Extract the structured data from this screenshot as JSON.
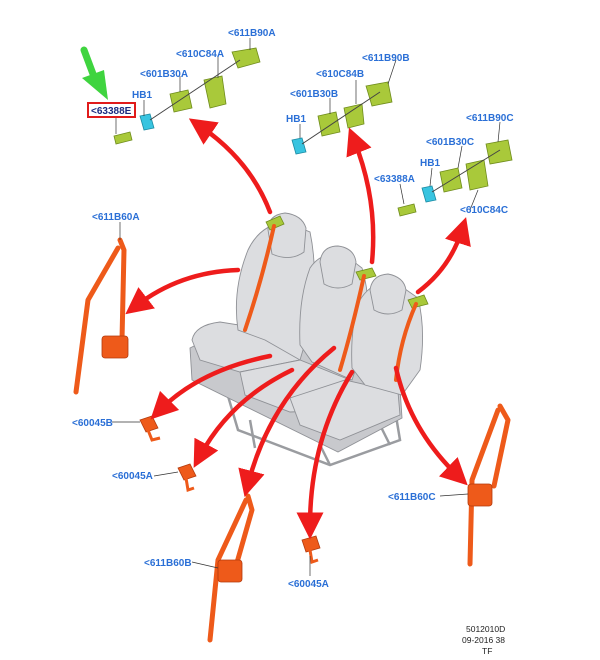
{
  "labels": {
    "b90a": "<611B90A",
    "c84a": "<610C84A",
    "b30a": "<601B30A",
    "hb1a": "HB1",
    "e63388": "<63388E",
    "b90b": "<611B90B",
    "c84b": "<610C84B",
    "b30b": "<601B30B",
    "hb1b": "HB1",
    "b90c": "<611B90C",
    "b30c": "<601B30C",
    "hb1c": "HB1",
    "a63388": "<63388A",
    "c84c": "<610C84C",
    "b60a": "<611B60A",
    "s45b": "<60045B",
    "s45a_left": "<60045A",
    "b60b": "<611B60B",
    "s45a_bottom": "<60045A",
    "b60c": "<611B60C"
  },
  "footer": {
    "line1": "5012010D",
    "line2": "09-2016 38",
    "line3": "TF"
  },
  "colors": {
    "label": "#2a6fd6",
    "highlight_box": "#e01b1b",
    "arrow_red": "#ee1c1c",
    "arrow_green": "#3fd43f",
    "belt_orange": "#ee5a1a",
    "part_green": "#a9c93a",
    "part_cyan": "#38c4e0",
    "seat_gray": "#dcdde0"
  },
  "icons": {
    "pointer": "green-arrow-icon",
    "callout": "red-arrow-icon"
  }
}
